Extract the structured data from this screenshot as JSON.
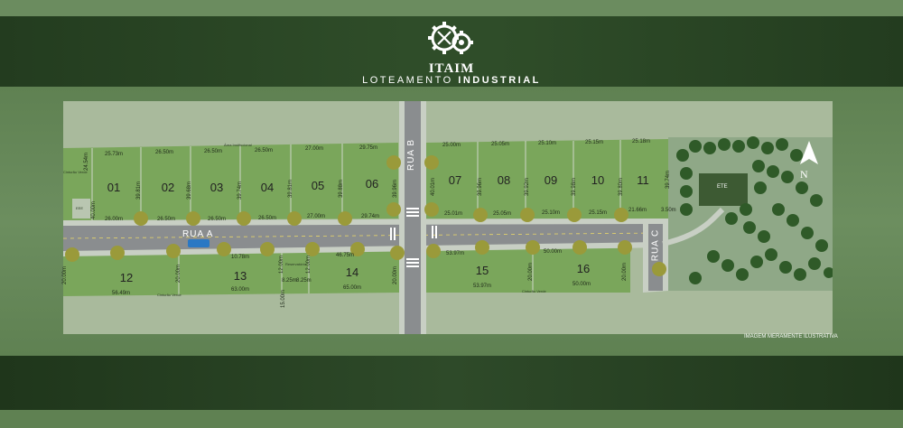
{
  "header": {
    "brand": "ITAIM",
    "subtitle_light": "LOTEAMENTO ",
    "subtitle_bold": "INDUSTRIAL"
  },
  "streets": {
    "rua_a": "RUA A",
    "rua_b": "RUA B",
    "rua_c": "RUA C"
  },
  "lots": {
    "l01": "01",
    "l02": "02",
    "l03": "03",
    "l04": "04",
    "l05": "05",
    "l06": "06",
    "l07": "07",
    "l08": "08",
    "l09": "09",
    "l10": "10",
    "l11": "11",
    "l12": "12",
    "l13": "13",
    "l14": "14",
    "l15": "15",
    "l16": "16"
  },
  "dims": {
    "t01": "25.73m",
    "t02": "26.50m",
    "t03": "26.50m",
    "t04": "26.50m",
    "t05": "27.00m",
    "t06": "29.75m",
    "b01": "26.00m",
    "b02": "26.50m",
    "b03": "26.50m",
    "b04": "26.50m",
    "b05": "27.00m",
    "b06": "29.74m",
    "t07": "25.00m",
    "t08": "25.05m",
    "t09": "25.10m",
    "t10": "25.15m",
    "t11": "25.18m",
    "b07": "25.01m",
    "b08": "25.05m",
    "b09": "25.10m",
    "b10": "25.15m",
    "b11": "21.66m",
    "b11b": "3.50m",
    "v01a": "24.54m",
    "v01b": "40.00m",
    "v02": "39.81m",
    "v03": "39.68m",
    "v04": "39.74m",
    "v05": "39.81m",
    "v06": "39.88m",
    "v06b": "39.96m",
    "v07": "40.01m",
    "v08": "39.96m",
    "v09": "39.92m",
    "v10": "39.98m",
    "v11": "39.80m",
    "v11b": "39.74m",
    "v12": "20.00m",
    "v13a": "20.00m",
    "v13b": "12.00m",
    "v14a": "12.00m",
    "v14b": "20.00m",
    "v15": "20.00m",
    "v16": "20.00m",
    "v16b": "20.00m",
    "v14c": "20.00m",
    "d12b": "56.49m",
    "d13t": "10.78m",
    "d13b": "63.00m",
    "d14t": "46.75m",
    "d14b": "65.00m",
    "d15t": "53.97m",
    "d15b": "53.97m",
    "d16t": "50.00m",
    "d16b": "50.00m",
    "d825a": "8.25m",
    "d825b": "8.25m",
    "d1500": "15.00m"
  },
  "tiny": {
    "area_institucional": "Área Institucional",
    "cinturao_verde_1": "Cinturão Verde",
    "cinturao_verde_2": "Cinturão Verde",
    "cinturao_verde_3": "Cinturão Verde",
    "cinturao_verde_4": "Cinturão Verde",
    "reservatorio": "Reservatório",
    "eee": "EEE"
  },
  "ete_label": "ETE",
  "north_label": "N",
  "note": "IMAGEM MERAMENTE ILUSTRATIVA",
  "colors": {
    "lot_green": "#7aa65b",
    "road": "#8a8d8f",
    "sidewalk": "#c8cfc4",
    "plain": "#a9ba9c"
  }
}
